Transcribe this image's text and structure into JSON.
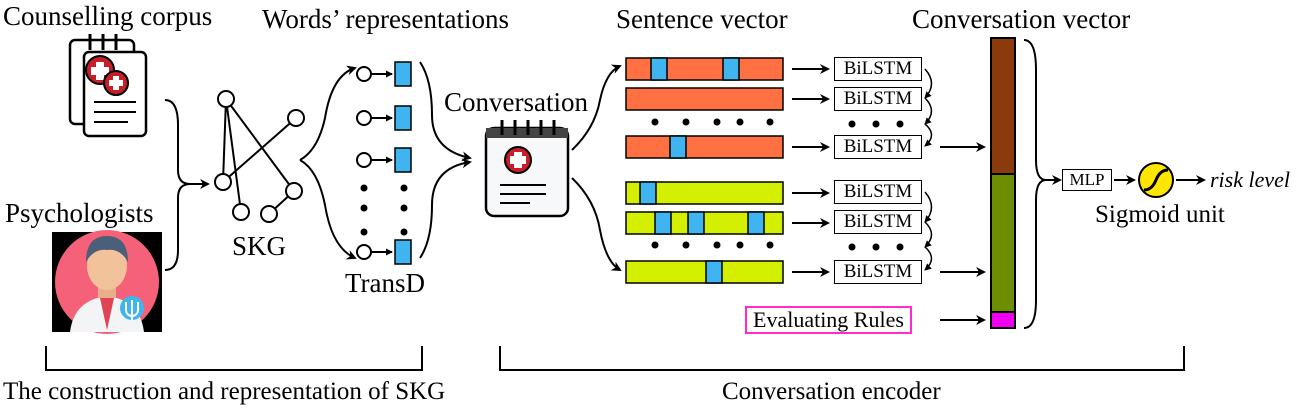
{
  "labels": {
    "counselling_corpus": "Counselling corpus",
    "psychologists": "Psychologists",
    "words_representations": "Words’ representations",
    "skg": "SKG",
    "transd": "TransD",
    "conversation": "Conversation",
    "sentence_vector": "Sentence vector",
    "conversation_vector": "Conversation vector",
    "bilstm": "BiLSTM",
    "evaluating_rules": "Evaluating Rules",
    "mlp": "MLP",
    "risk_level": "risk level",
    "sigmoid_unit": "Sigmoid unit",
    "section_skg": "The construction and representation of SKG",
    "section_encoder": "Conversation encoder"
  },
  "colors": {
    "sentence_orange": "#ff7043",
    "sentence_green": "#d4ef00",
    "token_blue": "#3fb4f0",
    "vector_brown": "#8b3a0c",
    "vector_green": "#6d8e00",
    "vector_magenta": "#f000f0",
    "rules_border": "#ff2bd0",
    "sigmoid_yellow": "#ffe600",
    "icon_red": "#c81e2a",
    "avatar_pink": "#f56178"
  },
  "icons": [
    "clipboard-icon",
    "psychologist-avatar-icon",
    "medical-document-icon",
    "sigmoid-icon"
  ]
}
